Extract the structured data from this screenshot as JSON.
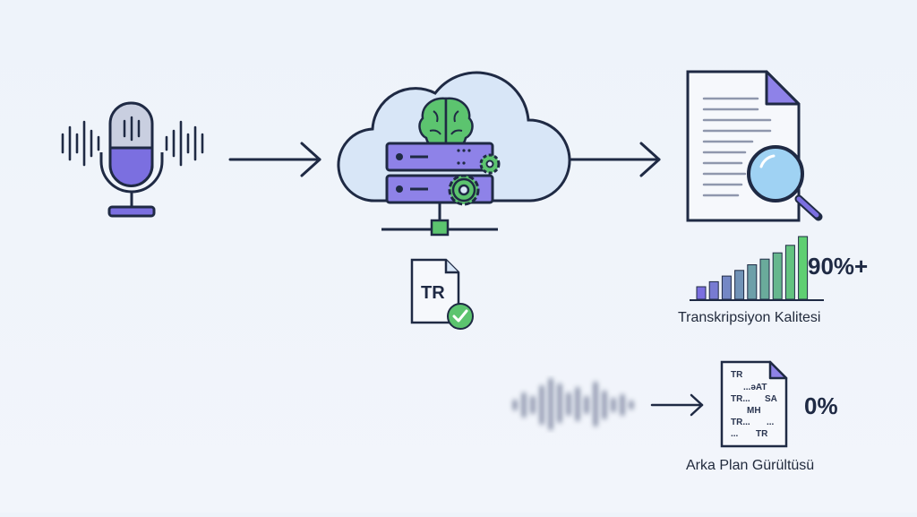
{
  "file_badge": "TR",
  "quality": {
    "value_label": "90%+",
    "caption": "Transkripsiyon Kalitesi",
    "bar_levels": [
      0.2,
      0.28,
      0.37,
      0.46,
      0.55,
      0.64,
      0.74,
      0.86,
      1.0
    ]
  },
  "noise": {
    "value_label": "0%",
    "caption": "Arka Plan Gürültüsü",
    "doc_lines": [
      "TR",
      "...ǝAT",
      "TR...",
      "SA",
      "MH",
      "TR...",
      "...",
      "...",
      "TR"
    ]
  },
  "colors": {
    "outline": "#1f2a44",
    "accent_purple": "#7b6fe0",
    "accent_green": "#5cc46f",
    "cloud_fill": "#d8e6f7"
  }
}
